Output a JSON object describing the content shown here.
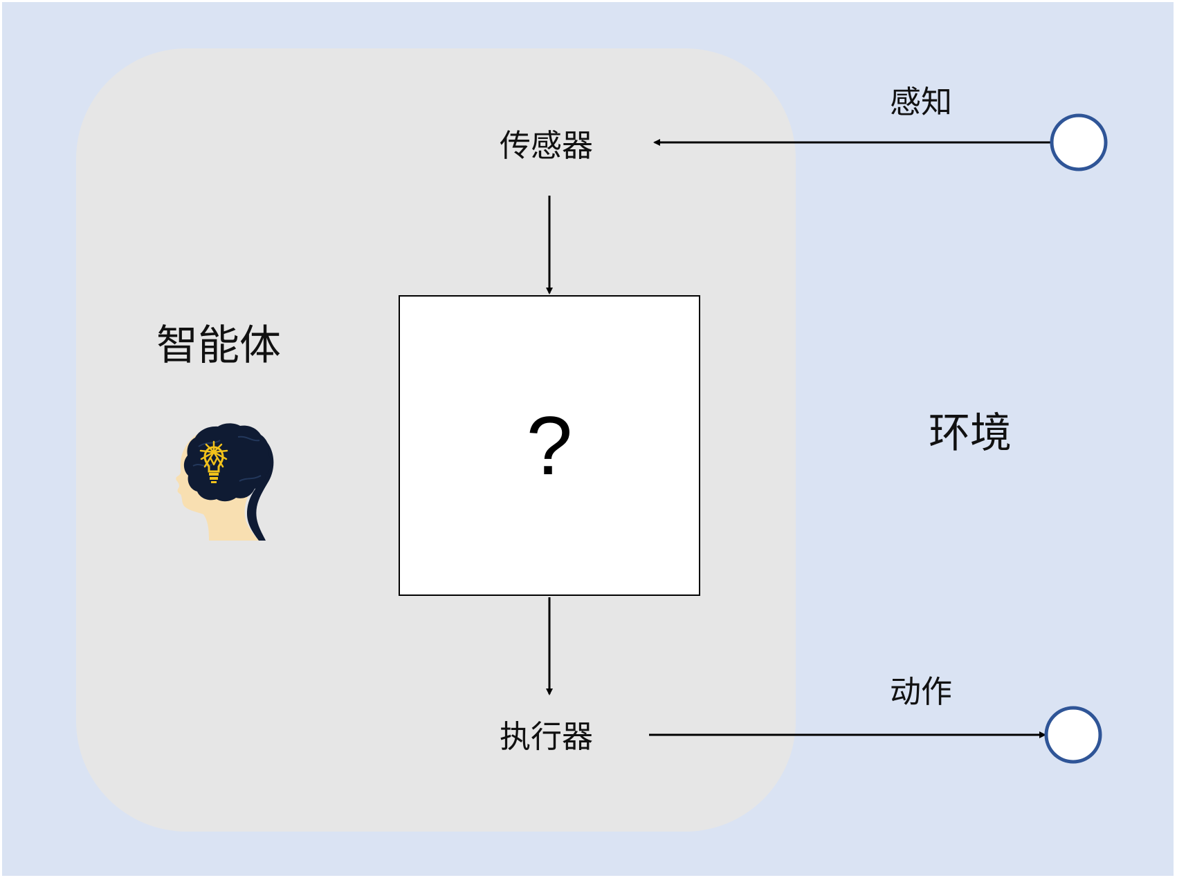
{
  "diagram": {
    "environment": {
      "label": "环境",
      "fill": "#dae3f3"
    },
    "agent": {
      "label": "智能体",
      "fill": "#e6e6e6",
      "icon": "head-lightbulb-icon"
    },
    "components": {
      "sensor": "传感器",
      "actuator": "执行器",
      "black_box": "?"
    },
    "edges": {
      "percept": "感知",
      "action": "动作"
    },
    "colors": {
      "node_stroke": "#2f5597",
      "line": "#000000",
      "head_skin": "#f8dfb1",
      "brain": "#0f1b33",
      "bulb": "#f2c21b"
    }
  }
}
